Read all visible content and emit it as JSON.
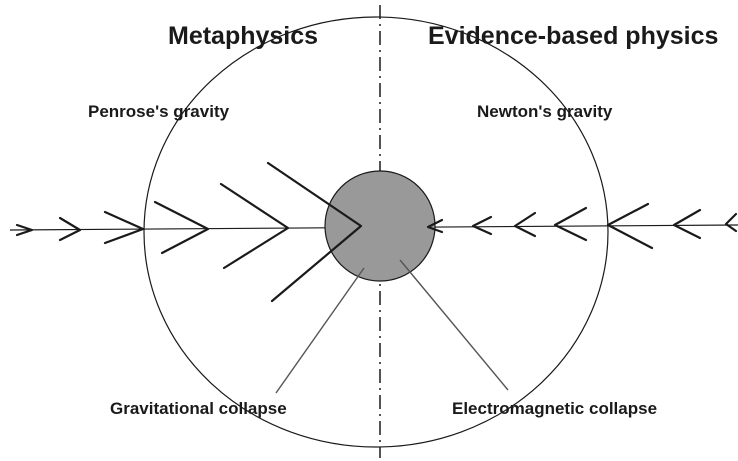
{
  "headings": {
    "left": "Metaphysics",
    "right": "Evidence-based physics"
  },
  "labels": {
    "left_gravity": "Penrose's gravity",
    "right_gravity": "Newton's gravity",
    "left_collapse": "Gravitational collapse",
    "right_collapse": "Electromagnetic collapse"
  },
  "colors": {
    "stroke": "#1a1a1a",
    "thin": "#555555",
    "core_fill": "#999999"
  }
}
